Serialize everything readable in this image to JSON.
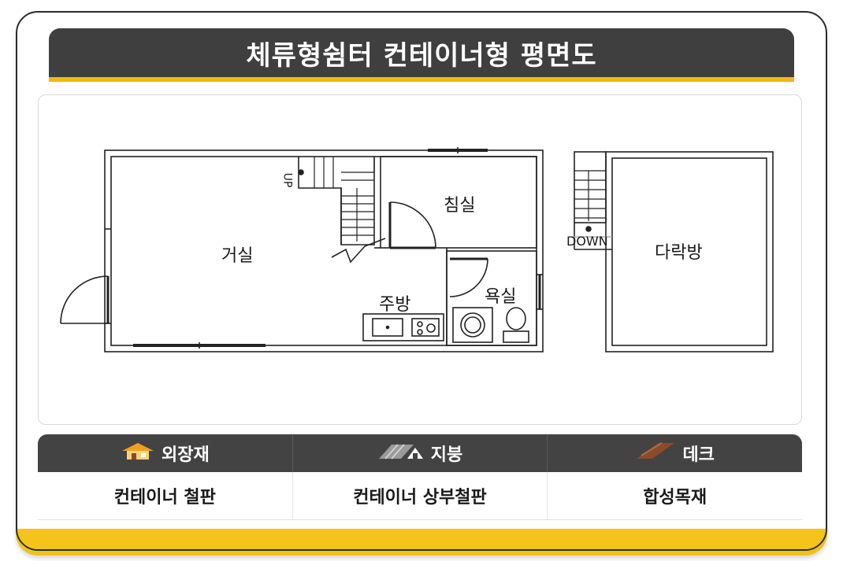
{
  "title": "체류형쉼터 컨테이너형 평면도",
  "floor_plan": {
    "rooms": {
      "living": "거실",
      "bedroom": "침실",
      "kitchen": "주방",
      "bathroom": "욕실",
      "attic": "다락방"
    },
    "stair_labels": {
      "up": "UP",
      "down": "DOWN"
    }
  },
  "materials_table": {
    "columns": [
      {
        "icon": "house-icon",
        "header": "외장재",
        "value": "컨테이너 철판"
      },
      {
        "icon": "roof-icon",
        "header": "지붕",
        "value": "컨테이너 상부철판"
      },
      {
        "icon": "deck-board-icon",
        "header": "데크",
        "value": "합성목재"
      }
    ]
  },
  "colors": {
    "accent_yellow": "#f4c41a",
    "header_dark": "#3f3f3f",
    "deck_brown": "#8b4a2b",
    "roof_orange": "#f0a020"
  }
}
